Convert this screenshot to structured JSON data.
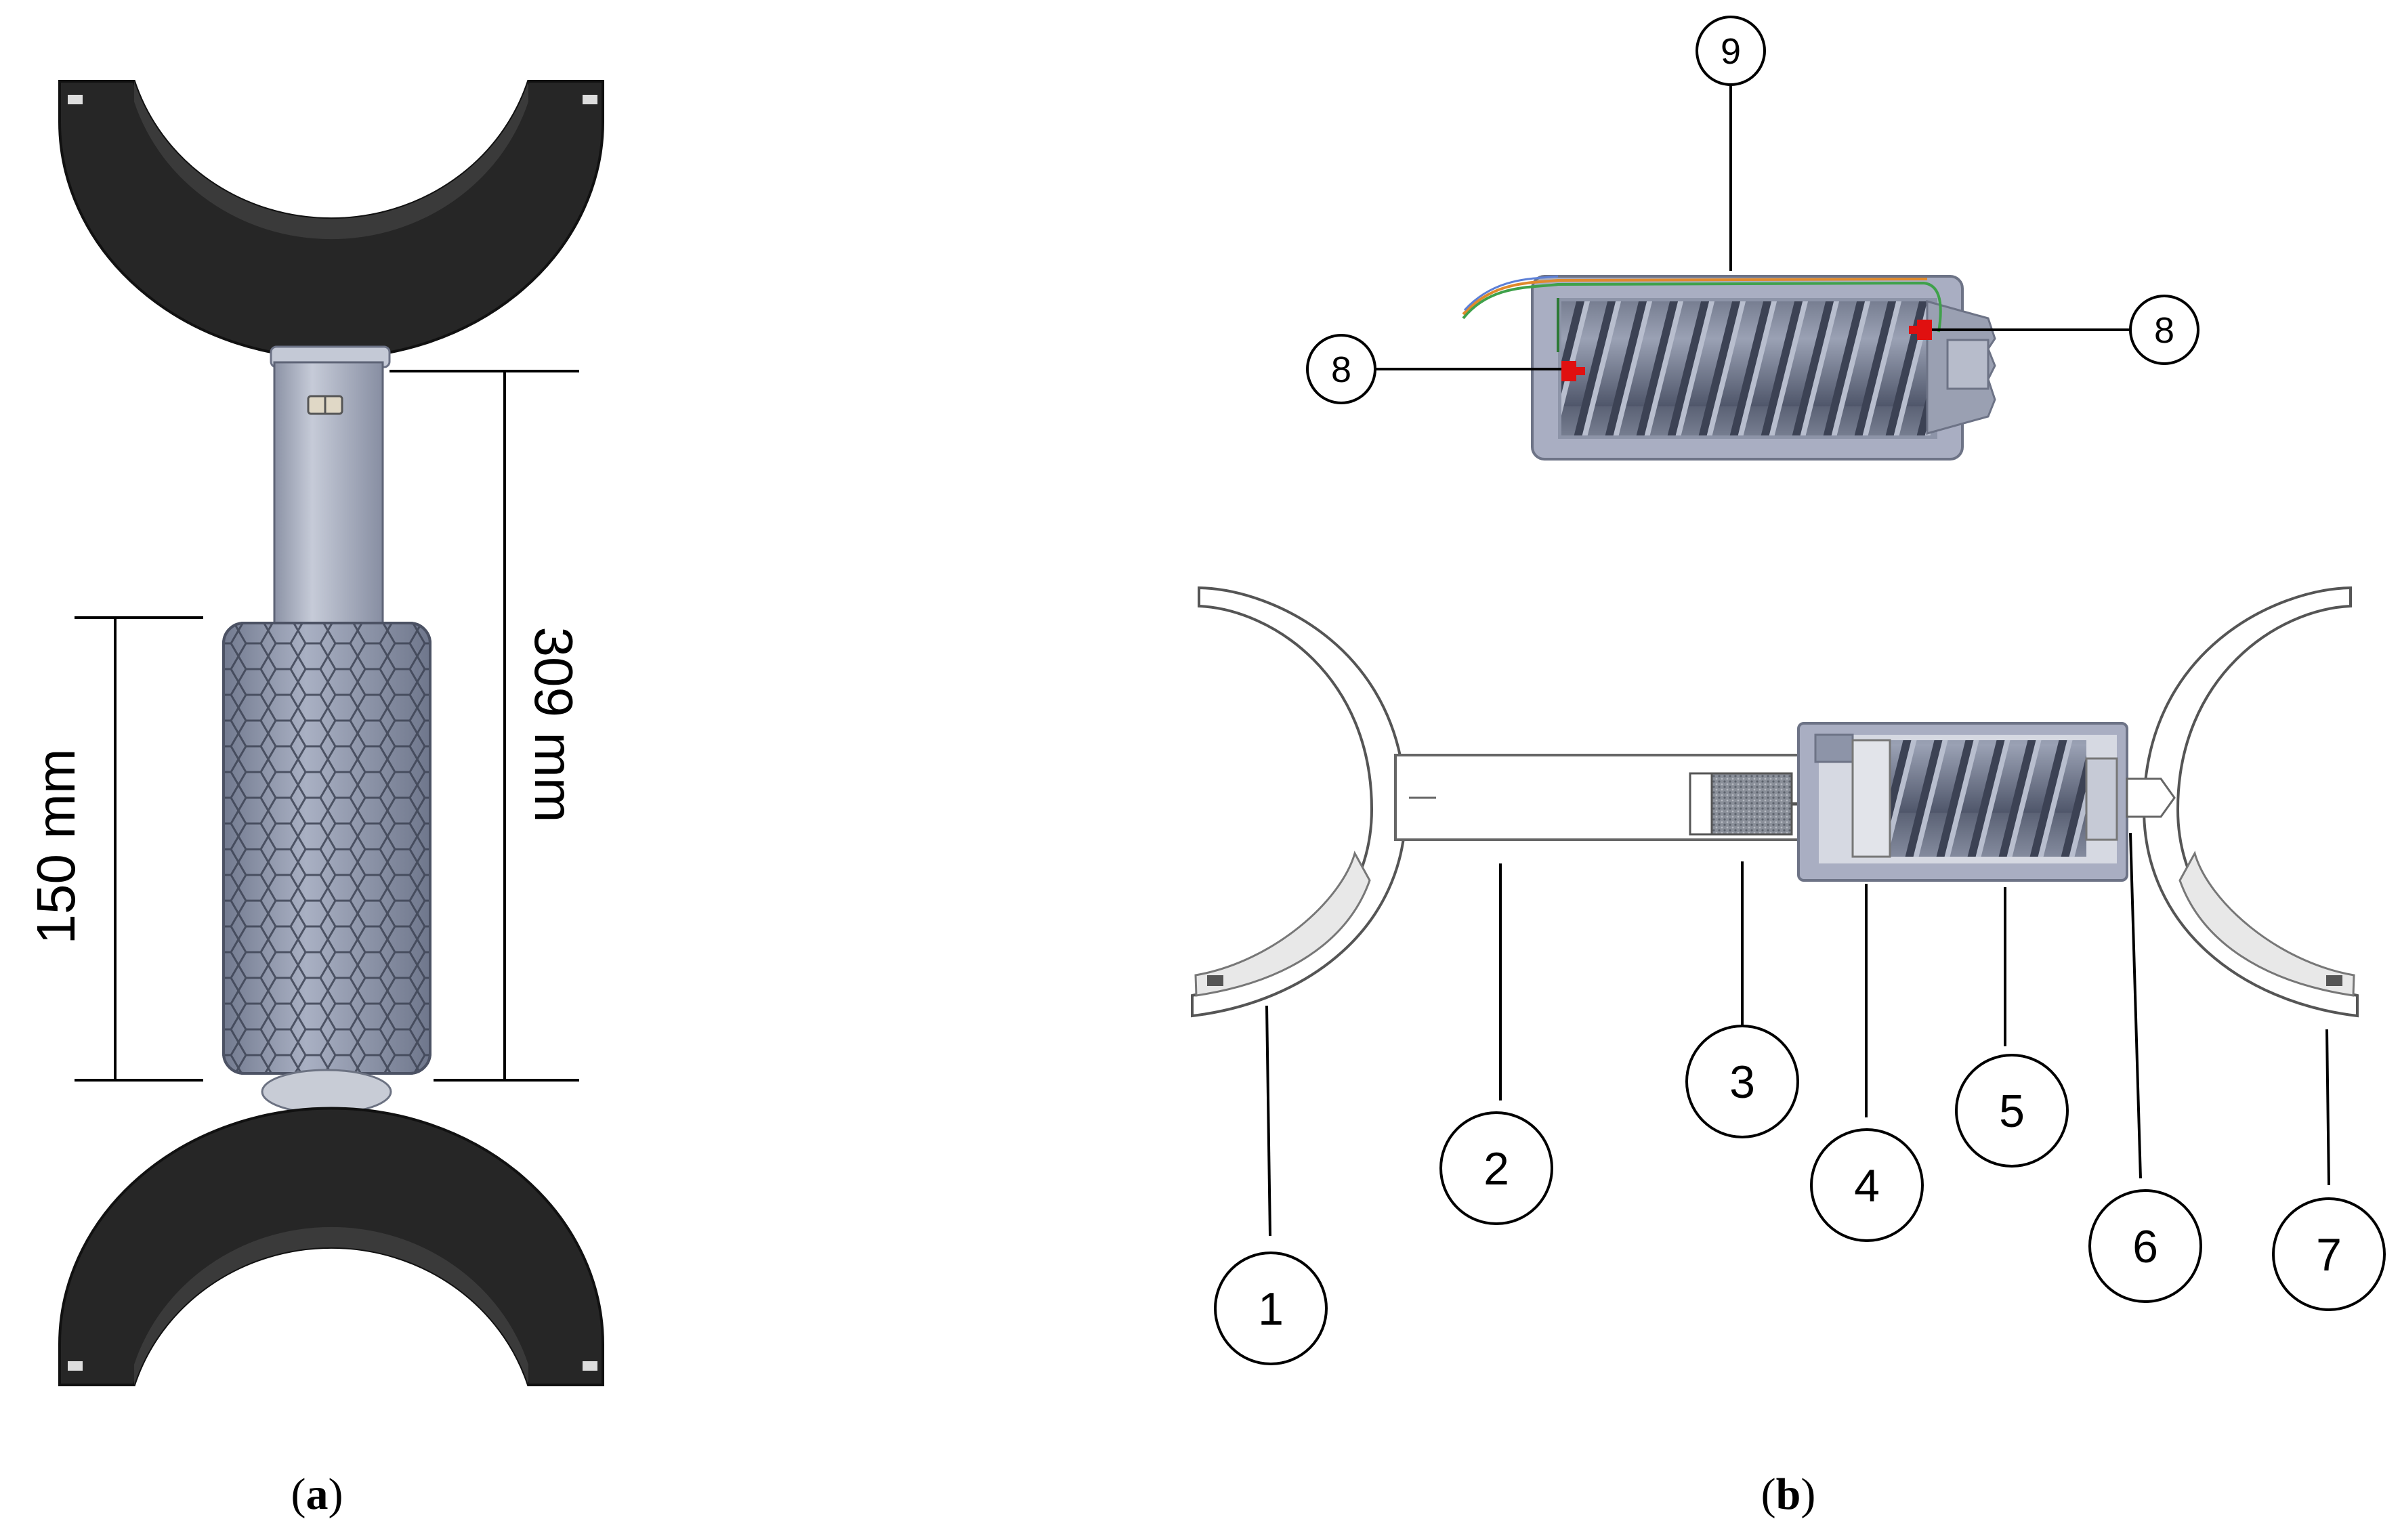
{
  "panel_a": {
    "caption_open": "(",
    "caption_letter": "a",
    "caption_close": ")",
    "dim_total": "309 mm",
    "dim_grip": "150 mm"
  },
  "panel_b": {
    "caption_open": "(",
    "caption_letter": "b",
    "caption_close": ")",
    "callouts": [
      "1",
      "2",
      "3",
      "4",
      "5",
      "6",
      "7",
      "8",
      "8",
      "9"
    ]
  },
  "colors": {
    "clamp": "#262626",
    "metal": "#a4abbd",
    "grip": "#8e96ad",
    "housing": "#a9aec2",
    "sensor": "#e01010"
  }
}
